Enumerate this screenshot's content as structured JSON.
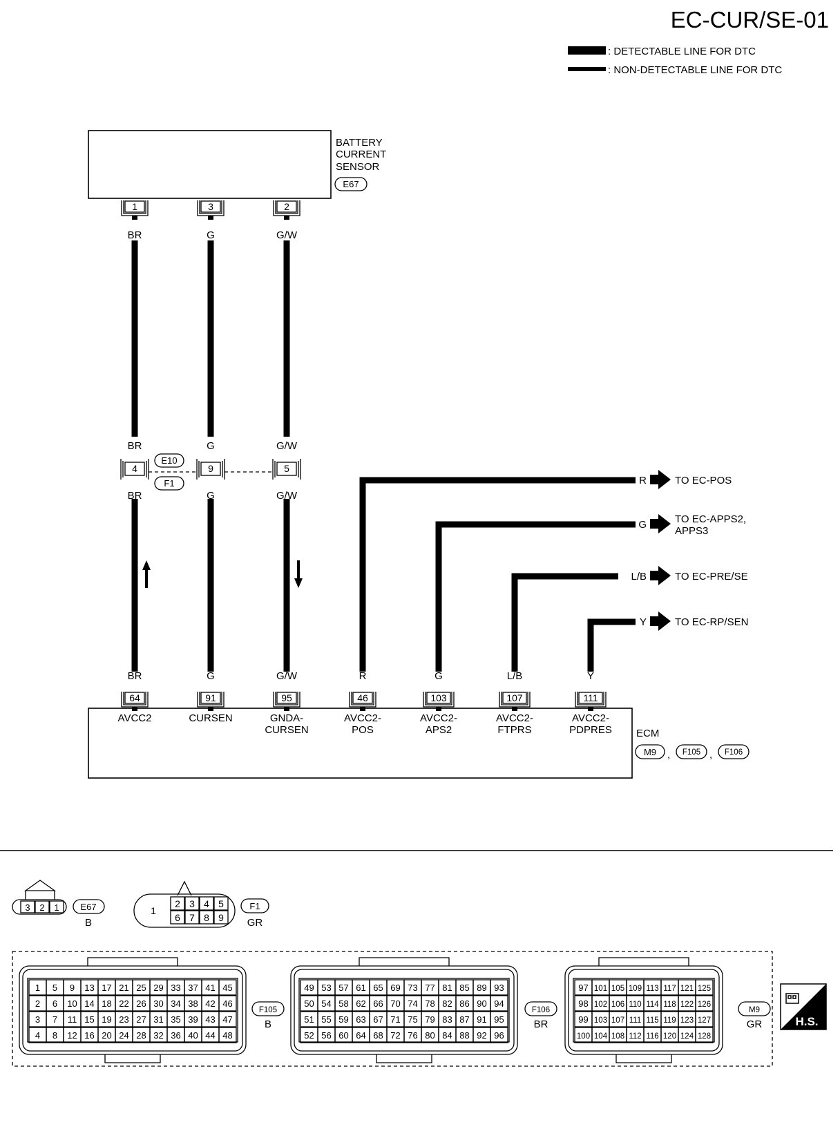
{
  "title": "EC-CUR/SE-01",
  "legend": {
    "detectable": ": DETECTABLE LINE FOR DTC",
    "non_detectable": ": NON-DETECTABLE LINE FOR DTC"
  },
  "sensor": {
    "name_lines": [
      "BATTERY",
      "CURRENT",
      "SENSOR"
    ],
    "connector": "E67",
    "pins": [
      "1",
      "3",
      "2"
    ],
    "wire_colors": [
      "BR",
      "G",
      "G/W"
    ]
  },
  "junction": {
    "connector_top": "E10",
    "connector_bottom": "F1",
    "pins": [
      "4",
      "9",
      "5"
    ],
    "wire_colors_top": [
      "BR",
      "G",
      "G/W"
    ],
    "wire_colors_bottom": [
      "BR",
      "G",
      "G/W"
    ]
  },
  "outputs": [
    {
      "color": "R",
      "dest_lines": [
        "TO EC-POS"
      ]
    },
    {
      "color": "G",
      "dest_lines": [
        "TO EC-APPS2,",
        "APPS3"
      ]
    },
    {
      "color": "L/B",
      "dest_lines": [
        "TO EC-PRE/SE"
      ]
    },
    {
      "color": "Y",
      "dest_lines": [
        "TO EC-RP/SEN"
      ]
    }
  ],
  "ecm": {
    "label": "ECM",
    "connectors": [
      "M9",
      "F105",
      "F106"
    ],
    "separator": ",",
    "terminals": [
      {
        "pin": "64",
        "color": "BR",
        "name_lines": [
          "AVCC2"
        ]
      },
      {
        "pin": "91",
        "color": "G",
        "name_lines": [
          "CURSEN"
        ]
      },
      {
        "pin": "95",
        "color": "G/W",
        "name_lines": [
          "GNDA-",
          "CURSEN"
        ]
      },
      {
        "pin": "46",
        "color": "R",
        "name_lines": [
          "AVCC2-",
          "POS"
        ]
      },
      {
        "pin": "103",
        "color": "G",
        "name_lines": [
          "AVCC2-",
          "APS2"
        ]
      },
      {
        "pin": "107",
        "color": "L/B",
        "name_lines": [
          "AVCC2-",
          "FTPRS"
        ]
      },
      {
        "pin": "111",
        "color": "Y",
        "name_lines": [
          "AVCC2-",
          "PDPRES"
        ]
      }
    ]
  },
  "connector_views": {
    "e67": {
      "id": "E67",
      "color": "B",
      "pins": [
        "3",
        "2",
        "1"
      ]
    },
    "f1": {
      "id": "F1",
      "color": "GR",
      "left_pin": "1",
      "top_row": [
        "2",
        "3",
        "4",
        "5"
      ],
      "bottom_row": [
        "6",
        "7",
        "8",
        "9"
      ]
    },
    "f105": {
      "id": "F105",
      "color": "B",
      "rows": [
        [
          "1",
          "5",
          "9",
          "13",
          "17",
          "21",
          "25",
          "29",
          "33",
          "37",
          "41",
          "45"
        ],
        [
          "2",
          "6",
          "10",
          "14",
          "18",
          "22",
          "26",
          "30",
          "34",
          "38",
          "42",
          "46"
        ],
        [
          "3",
          "7",
          "11",
          "15",
          "19",
          "23",
          "27",
          "31",
          "35",
          "39",
          "43",
          "47"
        ],
        [
          "4",
          "8",
          "12",
          "16",
          "20",
          "24",
          "28",
          "32",
          "36",
          "40",
          "44",
          "48"
        ]
      ]
    },
    "f106": {
      "id": "F106",
      "color": "BR",
      "rows": [
        [
          "49",
          "53",
          "57",
          "61",
          "65",
          "69",
          "73",
          "77",
          "81",
          "85",
          "89",
          "93"
        ],
        [
          "50",
          "54",
          "58",
          "62",
          "66",
          "70",
          "74",
          "78",
          "82",
          "86",
          "90",
          "94"
        ],
        [
          "51",
          "55",
          "59",
          "63",
          "67",
          "71",
          "75",
          "79",
          "83",
          "87",
          "91",
          "95"
        ],
        [
          "52",
          "56",
          "60",
          "64",
          "68",
          "72",
          "76",
          "80",
          "84",
          "88",
          "92",
          "96"
        ]
      ]
    },
    "m9": {
      "id": "M9",
      "color": "GR",
      "rows": [
        [
          "97",
          "101",
          "105",
          "109",
          "113",
          "117",
          "121",
          "125"
        ],
        [
          "98",
          "102",
          "106",
          "110",
          "114",
          "118",
          "122",
          "126"
        ],
        [
          "99",
          "103",
          "107",
          "111",
          "115",
          "119",
          "123",
          "127"
        ],
        [
          "100",
          "104",
          "108",
          "112",
          "116",
          "120",
          "124",
          "128"
        ]
      ]
    }
  },
  "hs_badge": "H.S."
}
